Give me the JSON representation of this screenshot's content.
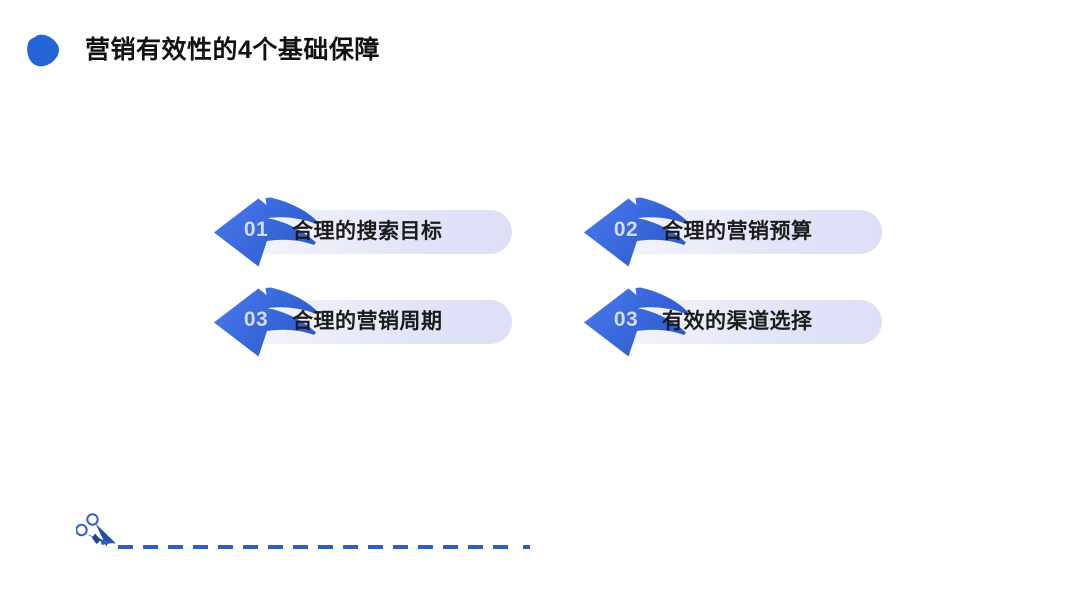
{
  "slide": {
    "title": "营销有效性的4个基础保障",
    "bullet_icon": "rounded-triangle-blob-icon",
    "background_color": "#ffffff"
  },
  "theme": {
    "accent_blue": "#3f6fe0",
    "accent_blue_dark": "#2f59c8",
    "blob_blue": "#2563d9",
    "pill_light": "#f4f5fc",
    "pill_dark": "#dcdff6",
    "number_color": "#d3ddf8",
    "title_color": "#111111",
    "label_color": "#1b1b1b",
    "cutline_color": "#2f5fbf"
  },
  "items": [
    {
      "number": "01",
      "label": "合理的搜索目标"
    },
    {
      "number": "02",
      "label": "合理的营销预算"
    },
    {
      "number": "03",
      "label": "合理的营销周期"
    },
    {
      "number": "03",
      "label": "有效的渠道选择"
    }
  ],
  "footer": {
    "scissors_icon": "scissors-icon",
    "cut_line_style": "dashed"
  }
}
